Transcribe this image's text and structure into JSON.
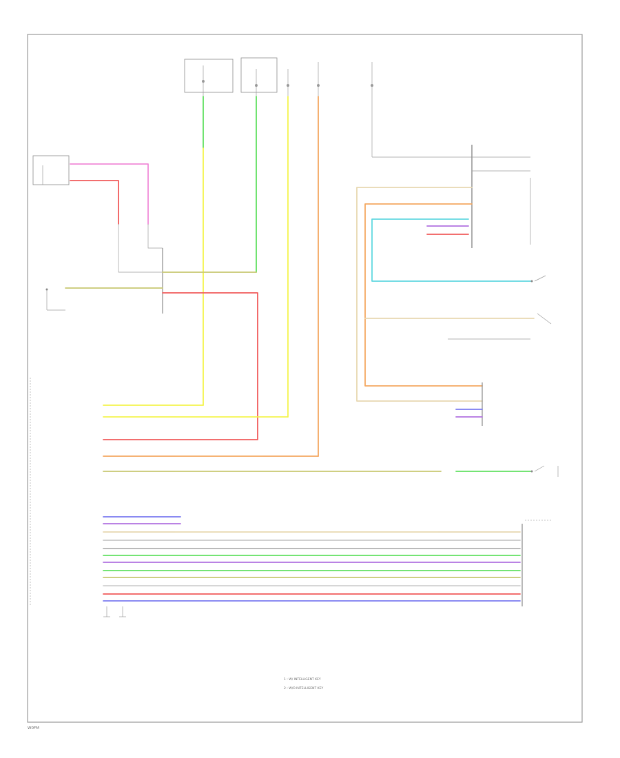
{
  "colors": {
    "background": "#ffffff",
    "frame": "#9a9a9a",
    "text": "#6a6a6a",
    "wire_pink": "#f08ad8",
    "wire_red": "#f05a5a",
    "wire_green": "#60e060",
    "wire_yellow": "#f4f44c",
    "wire_orange": "#f4a860",
    "wire_cyan": "#60d8e0",
    "wire_tan": "#e8d8b0",
    "wire_olive": "#c8c870",
    "wire_blue": "#7a7af0",
    "wire_violet": "#b070e0",
    "wire_gray": "#b0b0b0"
  },
  "footer": {
    "code": "W0FM"
  },
  "legend": {
    "items": [
      "1 : W/ INTELLIGENT KEY",
      "2 : W/O INTELLIGENT KEY"
    ]
  }
}
